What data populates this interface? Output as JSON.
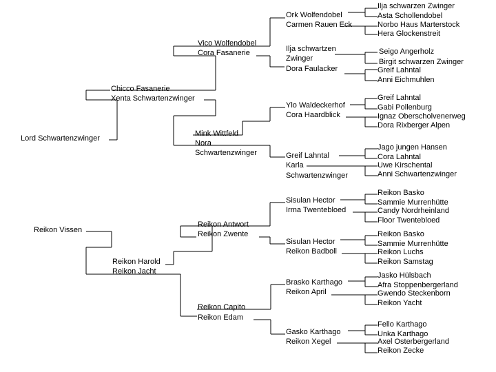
{
  "pedigree": {
    "parents": {
      "sire": "Lord Schwartenzwinger",
      "dam": "Reikon Vissen"
    },
    "grandparents": [
      [
        "Chicco Fasanerie",
        "Xenta Schwartenzwinger"
      ],
      [
        "Reikon Harold",
        "Reikon Jacht"
      ]
    ],
    "gen3": [
      [
        "Vico Wolfendobel",
        "Cora Fasanerie"
      ],
      [
        "Mink Wittfeld",
        "Nora",
        "Schwartenzwinger"
      ],
      [
        "Reikon Antwort",
        "Reikon Zwente"
      ],
      [
        "Reikon Capito",
        "Reikon Edam"
      ]
    ],
    "gen4": [
      [
        "Ork Wolfendobel",
        "Carmen Rauen Eck"
      ],
      [
        "Ilja schwartzen",
        "Zwinger",
        "Dora Faulacker"
      ],
      [
        "Ylo Waldeckerhof",
        "Cora Haardblick"
      ],
      [
        "Greif Lahntal",
        "Karla",
        "Schwartenzwinger"
      ],
      [
        "Sisulan Hector",
        "Irma Twentebloed"
      ],
      [
        "Sisulan Hector",
        "Reikon Badboll"
      ],
      [
        "Brasko Karthago",
        "Reikon April"
      ],
      [
        "Gasko Karthago",
        "Reikon Xegel"
      ]
    ],
    "gen5": [
      [
        "Ilja schwarzen Zwinger",
        "Asta Schollendobel",
        "Norbo Haus Marterstock",
        "Hera Glockenstreit"
      ],
      [
        "Seigo Angerholz",
        "Birgit schwarzen Zwinger",
        "Greif Lahntal",
        "Anni Eichmuhlen"
      ],
      [
        "Greif Lahntal",
        "Gabi Pollenburg",
        "Ignaz Oberscholvenerweg",
        "Dora Rixberger Alpen"
      ],
      [
        "Jago jungen Hansen",
        "Cora Lahntal",
        "Uwe Kirschental",
        "Anni Schwartenzwinger"
      ],
      [
        "Reikon Basko",
        "Sammie Murrenhütte",
        "Candy Nordrheinland",
        "Floor Twentebloed"
      ],
      [
        "Reikon Basko",
        "Sammie Murrenhütte",
        "Reikon Luchs",
        "Reikon Samstag"
      ],
      [
        "Jasko Hülsbach",
        "Afra Stoppenbergerland",
        "Gwendo Steckenborn",
        "Reikon Yacht"
      ],
      [
        "Fello Karthago",
        "Unka Karthago",
        "Axel Osterbergerland",
        "Reikon Zecke"
      ]
    ]
  }
}
